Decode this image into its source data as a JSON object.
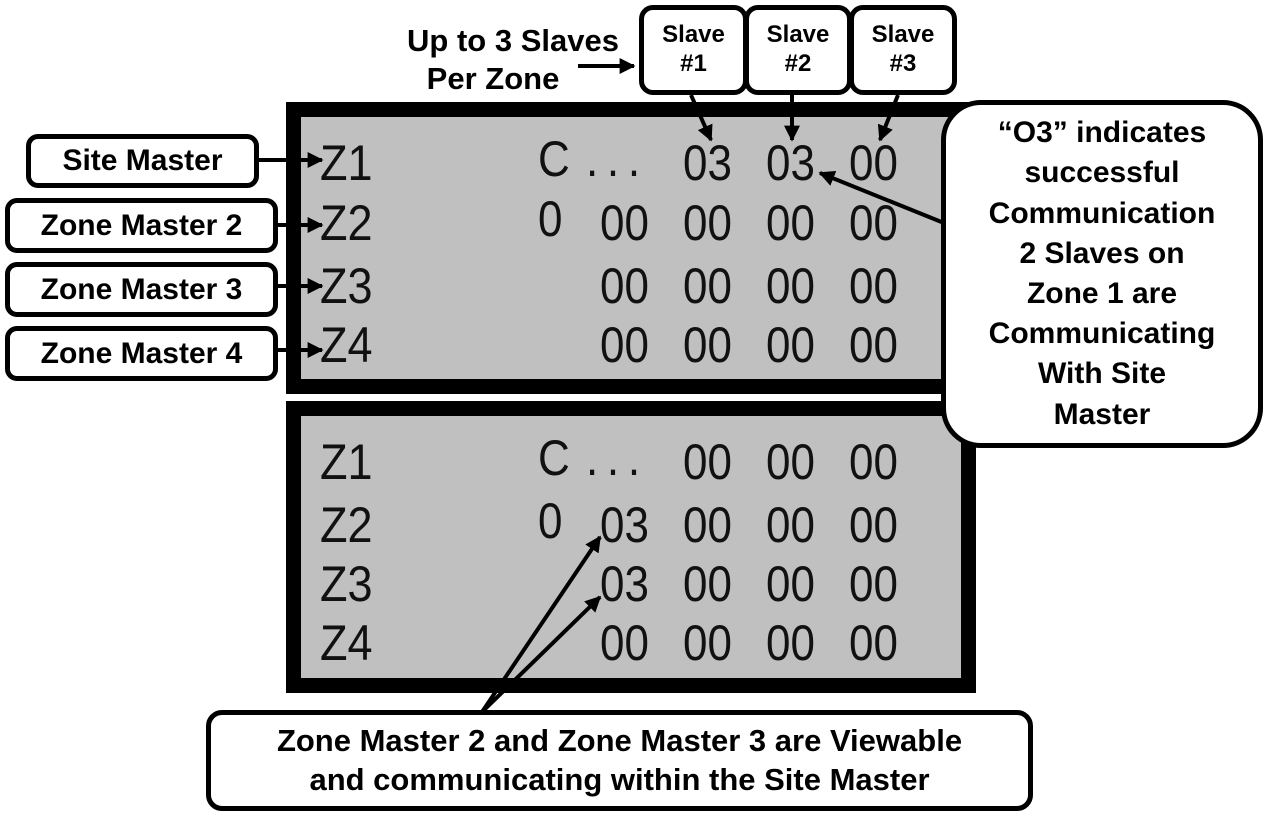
{
  "header_note": {
    "line1": "Up to 3 Slaves",
    "line2": "Per Zone"
  },
  "slave_labels": [
    {
      "line1": "Slave",
      "line2": "#1"
    },
    {
      "line1": "Slave",
      "line2": "#2"
    },
    {
      "line1": "Slave",
      "line2": "#3"
    }
  ],
  "zone_labels": [
    "Site Master",
    "Zone Master 2",
    "Zone Master 3",
    "Zone Master 4"
  ],
  "top_display": {
    "rows": [
      {
        "zone": "Z1",
        "prefix": "C",
        "dots": ". . .",
        "cols": [
          "",
          "03",
          "03",
          "00"
        ]
      },
      {
        "zone": "Z2",
        "prefix": "0",
        "dots": "",
        "cols": [
          "00",
          "00",
          "00",
          "00"
        ]
      },
      {
        "zone": "Z3",
        "prefix": "",
        "dots": "",
        "cols": [
          "00",
          "00",
          "00",
          "00"
        ]
      },
      {
        "zone": "Z4",
        "prefix": "",
        "dots": "",
        "cols": [
          "00",
          "00",
          "00",
          "00"
        ]
      }
    ]
  },
  "bottom_display": {
    "rows": [
      {
        "zone": "Z1",
        "prefix": "C",
        "dots": ". . .",
        "cols": [
          "",
          "00",
          "00",
          "00"
        ]
      },
      {
        "zone": "Z2",
        "prefix": "0",
        "dots": "",
        "cols": [
          "03",
          "00",
          "00",
          "00"
        ]
      },
      {
        "zone": "Z3",
        "prefix": "",
        "dots": "",
        "cols": [
          "03",
          "00",
          "00",
          "00"
        ]
      },
      {
        "zone": "Z4",
        "prefix": "",
        "dots": "",
        "cols": [
          "00",
          "00",
          "00",
          "00"
        ]
      }
    ]
  },
  "right_callout": {
    "lines": [
      "“O3” indicates",
      "successful",
      "Communication",
      "2 Slaves on",
      "Zone 1 are",
      "Communicating",
      "With Site",
      "Master"
    ]
  },
  "bottom_callout": {
    "line1": "Zone Master 2 and Zone Master 3 are Viewable",
    "line2": "and communicating within the Site Master"
  },
  "colors": {
    "lcd_background": "#c0c0c0",
    "frame": "#000000",
    "callout_fill": "#ffffff"
  }
}
